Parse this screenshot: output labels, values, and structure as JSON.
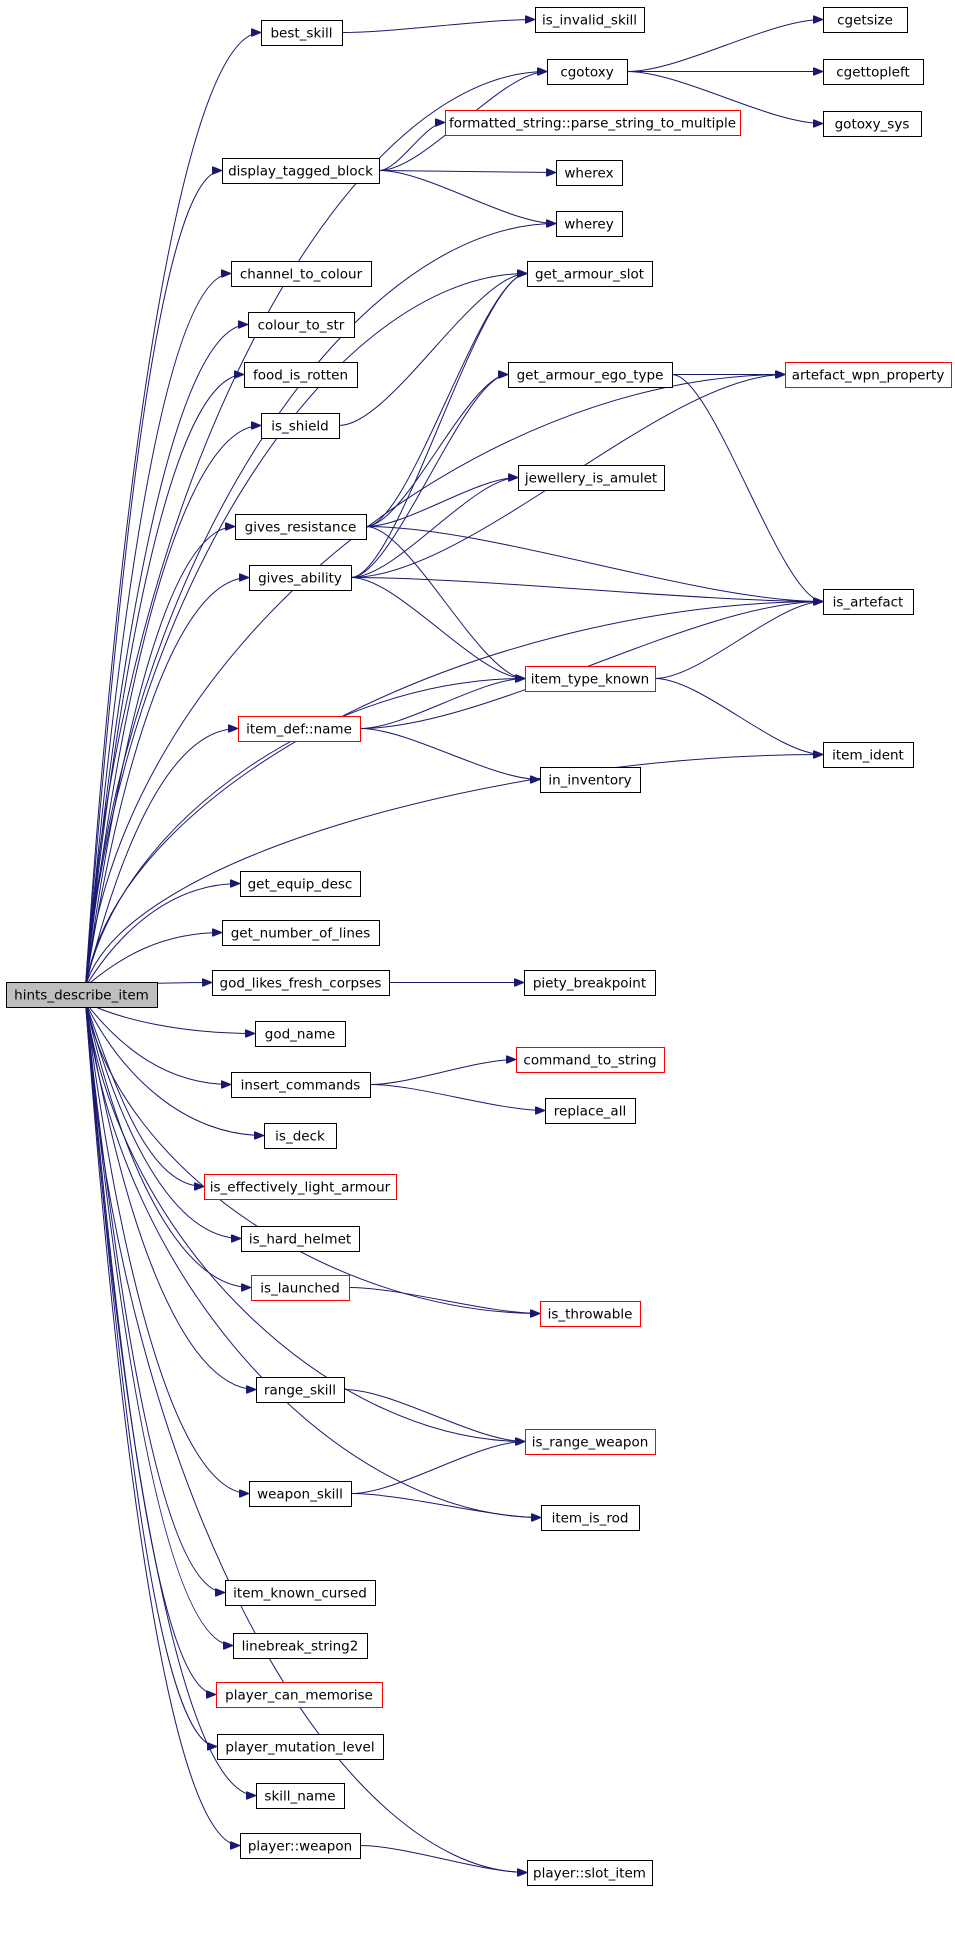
{
  "nodes": {
    "root": {
      "label": "hints_describe_item",
      "style": "root"
    },
    "best_skill": {
      "label": "best_skill"
    },
    "is_invalid_skill": {
      "label": "is_invalid_skill"
    },
    "cgotoxy": {
      "label": "cgotoxy"
    },
    "cgetsize": {
      "label": "cgetsize"
    },
    "cgettopleft": {
      "label": "cgettopleft"
    },
    "gotoxy_sys": {
      "label": "gotoxy_sys"
    },
    "parse_string": {
      "label": "formatted_string::parse_string_to_multiple",
      "style": "incomplete"
    },
    "display_tagged_block": {
      "label": "display_tagged_block"
    },
    "wherex": {
      "label": "wherex"
    },
    "wherey": {
      "label": "wherey"
    },
    "channel_to_colour": {
      "label": "channel_to_colour"
    },
    "colour_to_str": {
      "label": "colour_to_str"
    },
    "food_is_rotten": {
      "label": "food_is_rotten"
    },
    "is_shield": {
      "label": "is_shield"
    },
    "get_armour_slot": {
      "label": "get_armour_slot"
    },
    "get_armour_ego_type": {
      "label": "get_armour_ego_type"
    },
    "artefact_wpn_property": {
      "label": "artefact_wpn_property",
      "style": "incomplete"
    },
    "jewellery_is_amulet": {
      "label": "jewellery_is_amulet"
    },
    "gives_resistance": {
      "label": "gives_resistance"
    },
    "gives_ability": {
      "label": "gives_ability"
    },
    "is_artefact": {
      "label": "is_artefact"
    },
    "item_type_known": {
      "label": "item_type_known",
      "style": "incomplete"
    },
    "item_def_name": {
      "label": "item_def::name",
      "style": "incomplete"
    },
    "item_ident": {
      "label": "item_ident"
    },
    "in_inventory": {
      "label": "in_inventory"
    },
    "get_equip_desc": {
      "label": "get_equip_desc"
    },
    "get_number_of_lines": {
      "label": "get_number_of_lines"
    },
    "god_likes_fresh_corpses": {
      "label": "god_likes_fresh_corpses"
    },
    "piety_breakpoint": {
      "label": "piety_breakpoint"
    },
    "god_name": {
      "label": "god_name"
    },
    "command_to_string": {
      "label": "command_to_string",
      "style": "incomplete"
    },
    "insert_commands": {
      "label": "insert_commands"
    },
    "replace_all": {
      "label": "replace_all"
    },
    "is_deck": {
      "label": "is_deck"
    },
    "is_effectively_light_armour": {
      "label": "is_effectively_light_armour",
      "style": "incomplete"
    },
    "is_hard_helmet": {
      "label": "is_hard_helmet"
    },
    "is_launched": {
      "label": "is_launched",
      "style": "incomplete"
    },
    "is_throwable": {
      "label": "is_throwable",
      "style": "incomplete"
    },
    "range_skill": {
      "label": "range_skill"
    },
    "is_range_weapon": {
      "label": "is_range_weapon",
      "style": "incomplete"
    },
    "weapon_skill": {
      "label": "weapon_skill"
    },
    "item_is_rod": {
      "label": "item_is_rod"
    },
    "item_known_cursed": {
      "label": "item_known_cursed"
    },
    "linebreak_string2": {
      "label": "linebreak_string2"
    },
    "player_can_memorise": {
      "label": "player_can_memorise",
      "style": "incomplete"
    },
    "player_mutation_level": {
      "label": "player_mutation_level"
    },
    "skill_name": {
      "label": "skill_name"
    },
    "player_weapon": {
      "label": "player::weapon"
    },
    "player_slot_item": {
      "label": "player::slot_item"
    }
  },
  "edges": [
    [
      "root",
      "best_skill"
    ],
    [
      "root",
      "cgotoxy"
    ],
    [
      "root",
      "display_tagged_block"
    ],
    [
      "root",
      "wherey"
    ],
    [
      "root",
      "channel_to_colour"
    ],
    [
      "root",
      "colour_to_str"
    ],
    [
      "root",
      "food_is_rotten"
    ],
    [
      "root",
      "is_shield"
    ],
    [
      "root",
      "get_armour_slot"
    ],
    [
      "root",
      "artefact_wpn_property"
    ],
    [
      "root",
      "gives_resistance"
    ],
    [
      "root",
      "gives_ability"
    ],
    [
      "root",
      "is_artefact"
    ],
    [
      "root",
      "item_type_known"
    ],
    [
      "root",
      "item_def_name"
    ],
    [
      "root",
      "item_ident"
    ],
    [
      "root",
      "get_equip_desc"
    ],
    [
      "root",
      "get_number_of_lines"
    ],
    [
      "root",
      "god_likes_fresh_corpses"
    ],
    [
      "root",
      "god_name"
    ],
    [
      "root",
      "insert_commands"
    ],
    [
      "root",
      "is_deck"
    ],
    [
      "root",
      "is_effectively_light_armour"
    ],
    [
      "root",
      "is_hard_helmet"
    ],
    [
      "root",
      "is_launched"
    ],
    [
      "root",
      "is_throwable"
    ],
    [
      "root",
      "range_skill"
    ],
    [
      "root",
      "is_range_weapon"
    ],
    [
      "root",
      "weapon_skill"
    ],
    [
      "root",
      "item_is_rod"
    ],
    [
      "root",
      "item_known_cursed"
    ],
    [
      "root",
      "linebreak_string2"
    ],
    [
      "root",
      "player_can_memorise"
    ],
    [
      "root",
      "player_mutation_level"
    ],
    [
      "root",
      "skill_name"
    ],
    [
      "root",
      "player_weapon"
    ],
    [
      "root",
      "player_slot_item"
    ],
    [
      "best_skill",
      "is_invalid_skill"
    ],
    [
      "cgotoxy",
      "cgetsize"
    ],
    [
      "cgotoxy",
      "cgettopleft"
    ],
    [
      "cgotoxy",
      "gotoxy_sys"
    ],
    [
      "display_tagged_block",
      "cgotoxy"
    ],
    [
      "display_tagged_block",
      "parse_string"
    ],
    [
      "display_tagged_block",
      "wherex"
    ],
    [
      "display_tagged_block",
      "wherey"
    ],
    [
      "is_shield",
      "get_armour_slot"
    ],
    [
      "get_armour_ego_type",
      "artefact_wpn_property"
    ],
    [
      "get_armour_ego_type",
      "is_artefact"
    ],
    [
      "gives_resistance",
      "get_armour_slot"
    ],
    [
      "gives_resistance",
      "get_armour_ego_type"
    ],
    [
      "gives_resistance",
      "jewellery_is_amulet"
    ],
    [
      "gives_resistance",
      "is_artefact"
    ],
    [
      "gives_resistance",
      "item_type_known"
    ],
    [
      "gives_ability",
      "get_armour_slot"
    ],
    [
      "gives_ability",
      "get_armour_ego_type"
    ],
    [
      "gives_ability",
      "jewellery_is_amulet"
    ],
    [
      "gives_ability",
      "artefact_wpn_property"
    ],
    [
      "gives_ability",
      "is_artefact"
    ],
    [
      "gives_ability",
      "item_type_known"
    ],
    [
      "item_type_known",
      "is_artefact"
    ],
    [
      "item_type_known",
      "item_ident"
    ],
    [
      "item_def_name",
      "item_type_known"
    ],
    [
      "item_def_name",
      "is_artefact"
    ],
    [
      "item_def_name",
      "in_inventory"
    ],
    [
      "god_likes_fresh_corpses",
      "piety_breakpoint"
    ],
    [
      "insert_commands",
      "command_to_string"
    ],
    [
      "insert_commands",
      "replace_all"
    ],
    [
      "is_launched",
      "is_throwable"
    ],
    [
      "range_skill",
      "is_range_weapon"
    ],
    [
      "weapon_skill",
      "is_range_weapon"
    ],
    [
      "weapon_skill",
      "item_is_rod"
    ],
    [
      "player_weapon",
      "player_slot_item"
    ]
  ]
}
